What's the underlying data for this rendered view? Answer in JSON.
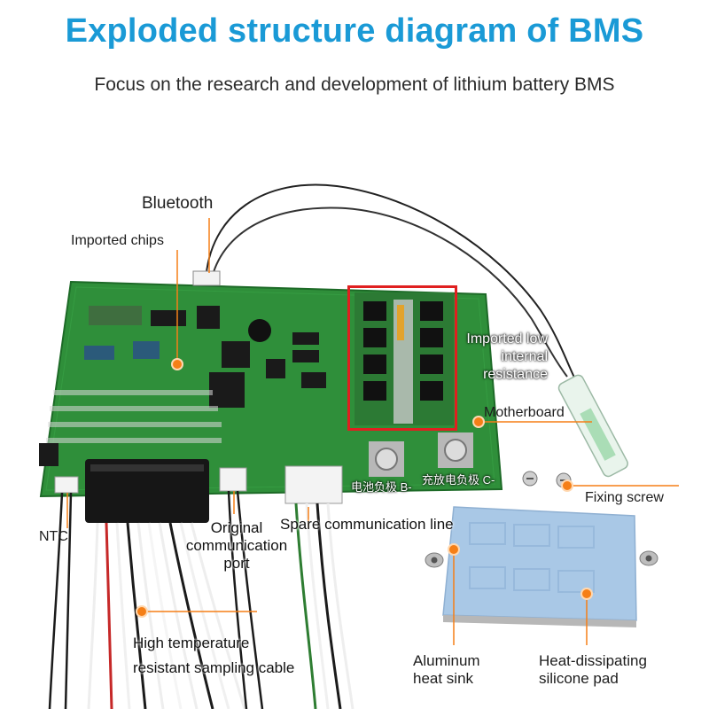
{
  "header": {
    "title": "Exploded structure diagram of BMS",
    "subtitle": "Focus on the research and development of lithium battery BMS"
  },
  "labels": {
    "bluetooth": "Bluetooth",
    "imported_chips": "Imported chips",
    "imported_low_resistance": "Imported low internal resistance",
    "imported_low_resistance_lines": [
      "Imported low",
      "internal",
      "resistance"
    ],
    "motherboard": "Motherboard",
    "fixing_screw": "Fixing screw",
    "ntc": "NTC",
    "original_port": "Original communication port",
    "original_port_lines": [
      "Original",
      "communication",
      "port"
    ],
    "spare_line": "Spare communication line",
    "sampling_cable": "High temperature resistant sampling cable",
    "sampling_cable_lines": [
      "High temperature",
      "resistant sampling cable"
    ],
    "heat_sink": "Aluminum heat sink",
    "heat_sink_lines": [
      "Aluminum",
      "heat sink"
    ],
    "silicone_pad": "Heat-dissipating silicone pad",
    "silicone_pad_lines": [
      "Heat-dissipating",
      "silicone pad"
    ]
  },
  "board_print": {
    "b_minus": "电池负极 B-",
    "c_minus": "充放电负极 C-"
  },
  "colors": {
    "title_blue": "#1a9ad6",
    "marker_orange": "#f57f17",
    "pcb_green": "#2f8f3a",
    "highlight_red": "#e02020",
    "pad_blue": "#a9c8e6"
  }
}
